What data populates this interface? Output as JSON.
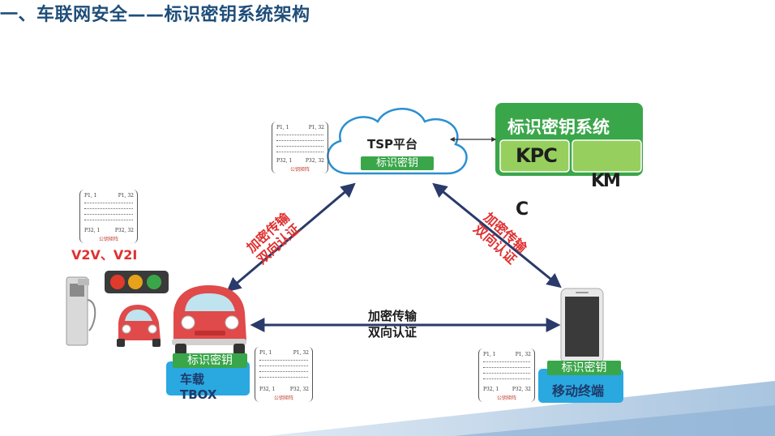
{
  "title": "一、车联网安全——标识密钥系统架构",
  "tsp": {
    "label": "TSP平台",
    "tag": "标识密钥"
  },
  "key_system": {
    "title": "标识密钥系统",
    "kpc": "KPC",
    "km": "KM"
  },
  "stray_c": "C",
  "left_link": {
    "line1": "加密传输",
    "line2": "双向认证"
  },
  "right_link": {
    "line1": "加密传输",
    "line2": "双向认证"
  },
  "bottom_link": {
    "line1": "加密传输",
    "line2": "双向认证"
  },
  "v2x_label": "V2V、V2I",
  "car": {
    "tag": "标识密钥",
    "label_line1": "车载",
    "label_line2": "TBOX"
  },
  "mobile": {
    "tag": "标识密钥",
    "label": "移动终端"
  },
  "matrix": {
    "tl": "P1, 1",
    "tr": "P1, 32",
    "bl": "P32, 1",
    "br": "P32, 32",
    "caption": "公钥矩阵"
  },
  "colors": {
    "title": "#1f4e79",
    "green": "#3aa64a",
    "blue": "#2aa8e0",
    "arrow": "#2a3a6a",
    "red": "#e03030"
  }
}
